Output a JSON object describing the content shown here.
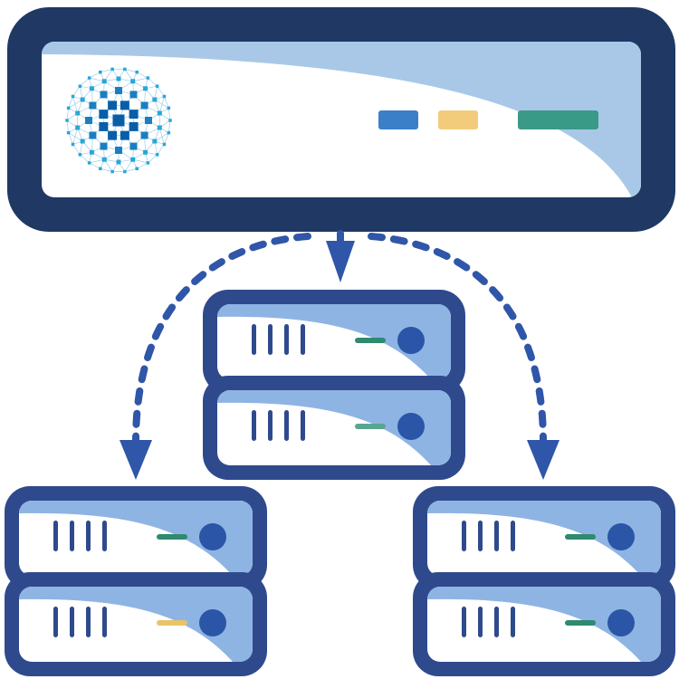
{
  "colors": {
    "frame_dark": "#203864",
    "server_frame": "#2f4a8c",
    "panel_white": "#ffffff",
    "panel_light_blue": "#a9c8e8",
    "server_light_blue": "#8eb4e3",
    "power_button": "#2b55a6",
    "arrow": "#2f56a8",
    "vent_slot": "#2f4a8c",
    "led_blue": "#3a7fc8",
    "led_yellow": "#f2cc7a",
    "led_teal": "#3a9a88",
    "status_green": "#2f8a70",
    "status_green_light": "#5aa590",
    "status_yellow": "#e8c36a",
    "logo_dark": "#0a5ea8",
    "logo_light": "#28a7d8"
  },
  "icons": {
    "logo": "network-globe-icon",
    "power": "power-button-icon",
    "arrow": "arrow-down-icon"
  },
  "diagram": {
    "main_unit": {
      "name": "main-controller-unit",
      "indicators": [
        "blue",
        "yellow",
        "teal"
      ]
    },
    "servers": [
      {
        "name": "server-stack-center",
        "units": [
          {
            "status": "green"
          },
          {
            "status": "green-light"
          }
        ]
      },
      {
        "name": "server-stack-left",
        "units": [
          {
            "status": "green"
          },
          {
            "status": "yellow"
          }
        ]
      },
      {
        "name": "server-stack-right",
        "units": [
          {
            "status": "green"
          },
          {
            "status": "green"
          }
        ]
      }
    ],
    "connections": [
      {
        "from": "main-controller-unit",
        "to": "server-stack-left"
      },
      {
        "from": "main-controller-unit",
        "to": "server-stack-center"
      },
      {
        "from": "main-controller-unit",
        "to": "server-stack-right"
      }
    ]
  }
}
